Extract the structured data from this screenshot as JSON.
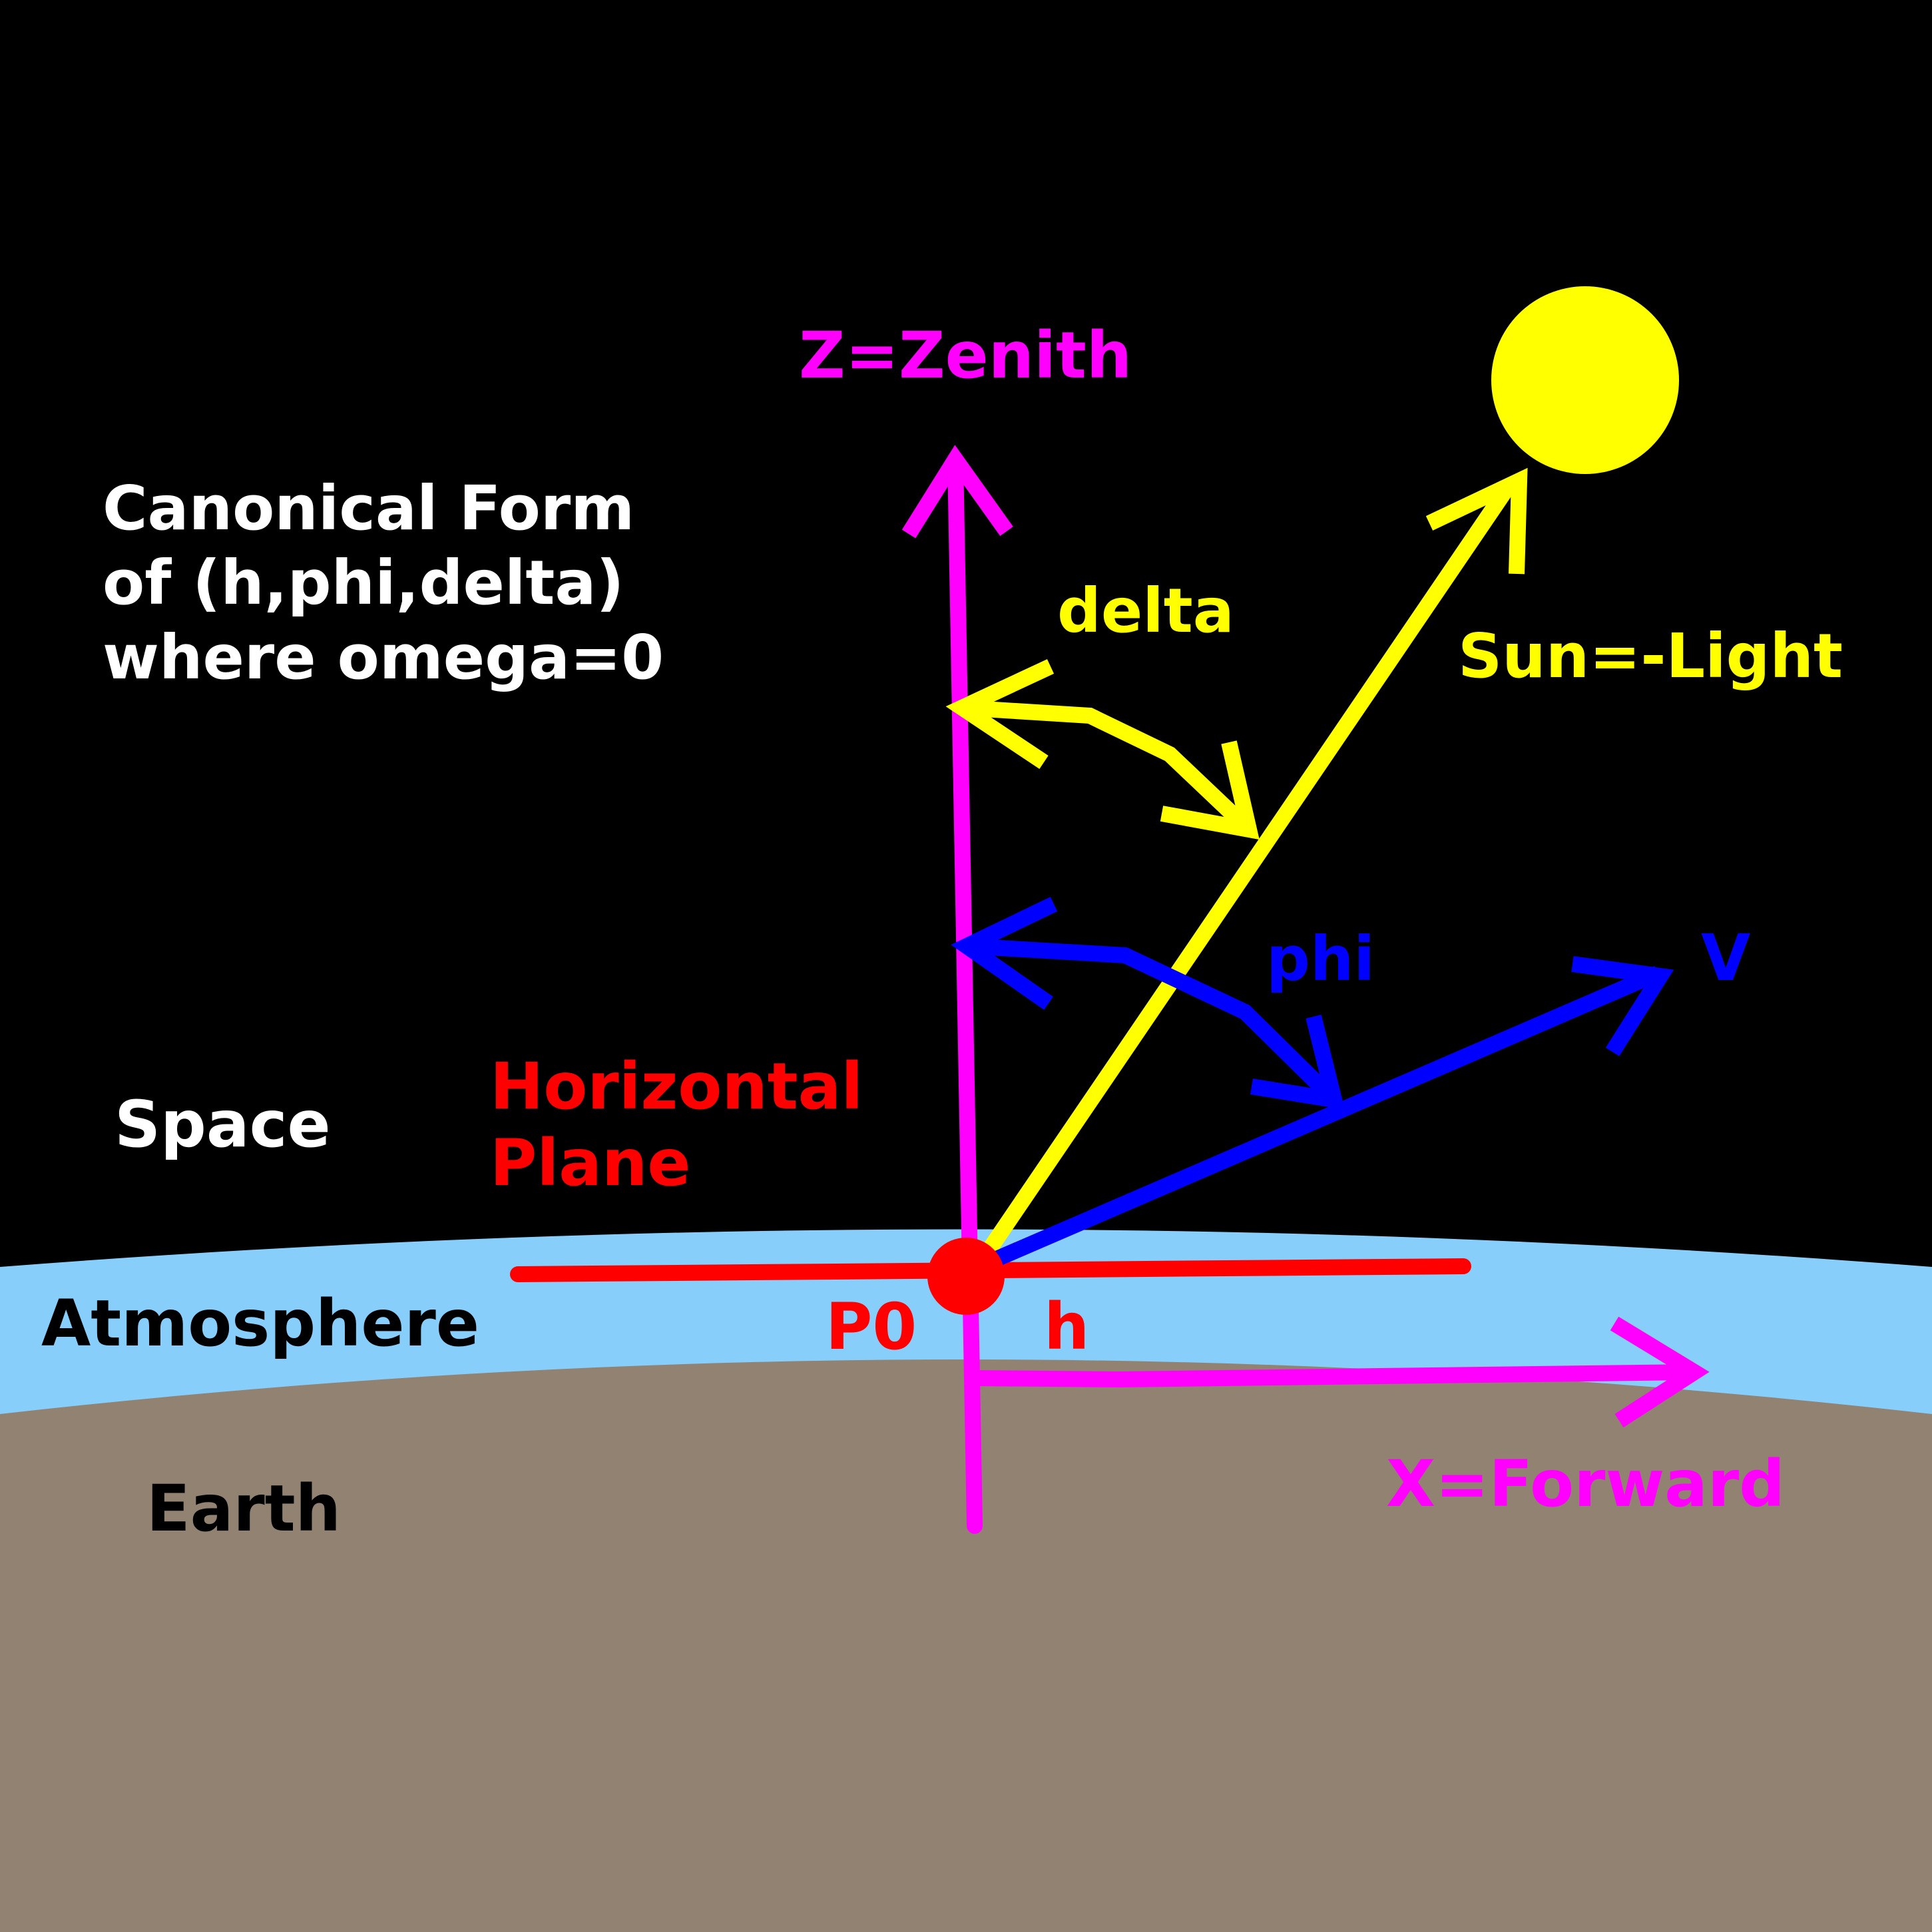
{
  "labels": {
    "zenith": "Z=Zenith",
    "forward": "X=Forward",
    "sun": "Sun=-Light",
    "view": "V",
    "delta": "delta",
    "phi": "phi",
    "horizontal_line1": "Horizontal",
    "horizontal_line2": "Plane",
    "origin": "P0",
    "height": "h",
    "space": "Space",
    "atmosphere": "Atmosphere",
    "earth": "Earth",
    "caption_line1": "Canonical Form",
    "caption_line2": "of (h,phi,delta)",
    "caption_line3": "where omega=0"
  },
  "colors": {
    "space": "#000000",
    "atmosphere": "#87CEFA",
    "earth": "#918272",
    "zenith_axis": "#FF00FF",
    "sun": "#FFFF00",
    "view_vector": "#0000FF",
    "horizontal_plane": "#FF0000",
    "caption": "#FFFFFF",
    "ground_text": "#000000"
  }
}
